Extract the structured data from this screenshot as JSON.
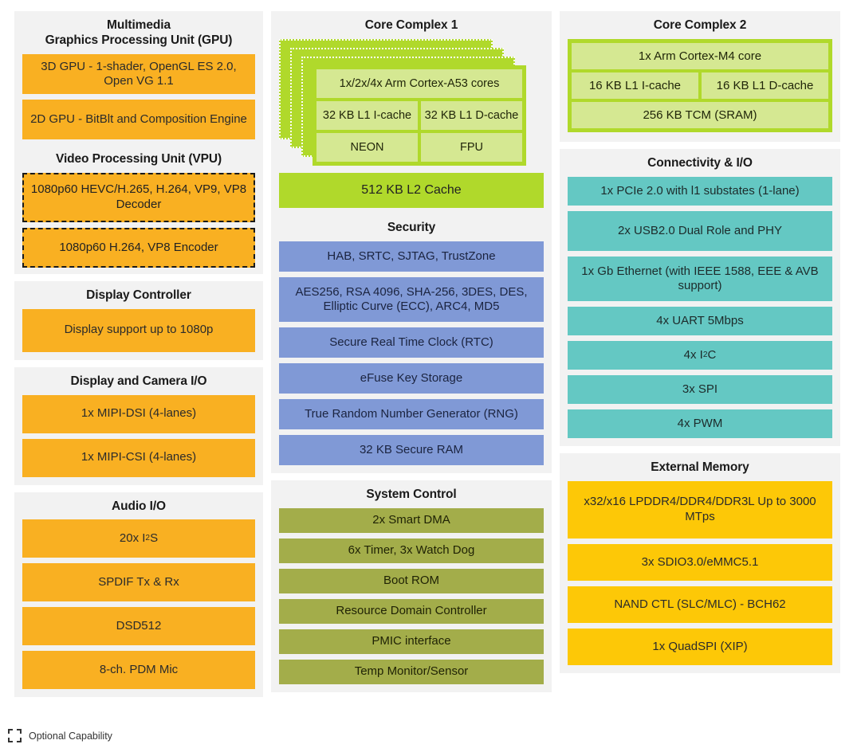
{
  "diagram": {
    "legend": {
      "label": "Optional Capability",
      "swatch": "dashed-box-icon"
    },
    "colors": {
      "panel_bg": "#f2f2f2",
      "orange": "#f9b022",
      "teal": "#64c8c3",
      "yellow": "#fdc807",
      "blue": "#8099d6",
      "olive": "#a3ad4a",
      "green": "#b0d92b",
      "green_light": "#d5e892"
    }
  },
  "left_column": {
    "multimedia": {
      "title_line1": "Multimedia",
      "title_line2": "Graphics Processing Unit (GPU)",
      "tiles": [
        "3D GPU - 1-shader, OpenGL ES 2.0, Open VG 1.1",
        "2D GPU - BitBlt and Composition Engine"
      ],
      "vpu_title": "Video Processing Unit (VPU)",
      "vpu_tiles": [
        "1080p60 HEVC/H.265, H.264, VP9, VP8 Decoder",
        "1080p60 H.264, VP8 Encoder"
      ]
    },
    "display_controller": {
      "title": "Display Controller",
      "tiles": [
        "Display support up to 1080p"
      ]
    },
    "display_camera_io": {
      "title": "Display and Camera I/O",
      "tiles": [
        "1x MIPI-DSI (4-lanes)",
        "1x MIPI-CSI (4-lanes)"
      ]
    },
    "audio_io": {
      "title": "Audio I/O",
      "tiles": [
        "20x I²S",
        "SPDIF Tx & Rx",
        "DSD512",
        "8-ch. PDM Mic"
      ]
    }
  },
  "mid_column": {
    "core_complex_1": {
      "title": "Core Complex 1",
      "cores": "1x/2x/4x Arm Cortex-A53 cores",
      "l1_icache": "32 KB L1 I-cache",
      "l1_dcache": "32 KB L1 D-cache",
      "neon": "NEON",
      "fpu": "FPU",
      "l2_cache": "512 KB L2 Cache"
    },
    "security": {
      "title": "Security",
      "tiles": [
        "HAB, SRTC, SJTAG, TrustZone",
        "AES256, RSA 4096, SHA-256, 3DES, DES, Elliptic Curve (ECC), ARC4, MD5",
        "Secure Real Time Clock (RTC)",
        "eFuse Key Storage",
        "True Random Number Generator (RNG)",
        "32 KB Secure RAM"
      ]
    },
    "system_control": {
      "title": "System Control",
      "tiles": [
        "2x Smart DMA",
        "6x Timer, 3x Watch Dog",
        "Boot ROM",
        "Resource Domain Controller",
        "PMIC interface",
        "Temp Monitor/Sensor"
      ]
    }
  },
  "right_column": {
    "core_complex_2": {
      "title": "Core Complex 2",
      "core": "1x Arm Cortex-M4 core",
      "l1_icache": "16 KB L1  I-cache",
      "l1_dcache": "16 KB L1 D-cache",
      "tcm": "256 KB TCM (SRAM)"
    },
    "connectivity": {
      "title": "Connectivity & I/O",
      "tiles": [
        "1x PCIe 2.0 with l1 substates (1-lane)",
        "2x USB2.0 Dual Role and PHY",
        "1x Gb Ethernet (with IEEE 1588, EEE & AVB support)",
        "4x UART 5Mbps",
        "4x I²C",
        "3x SPI",
        "4x PWM"
      ]
    },
    "external_memory": {
      "title": "External Memory",
      "tiles": [
        "x32/x16 LPDDR4/DDR4/DDR3L Up to 3000 MTps",
        "3x SDIO3.0/eMMC5.1",
        "NAND CTL (SLC/MLC) - BCH62",
        "1x QuadSPI (XIP)"
      ]
    }
  }
}
